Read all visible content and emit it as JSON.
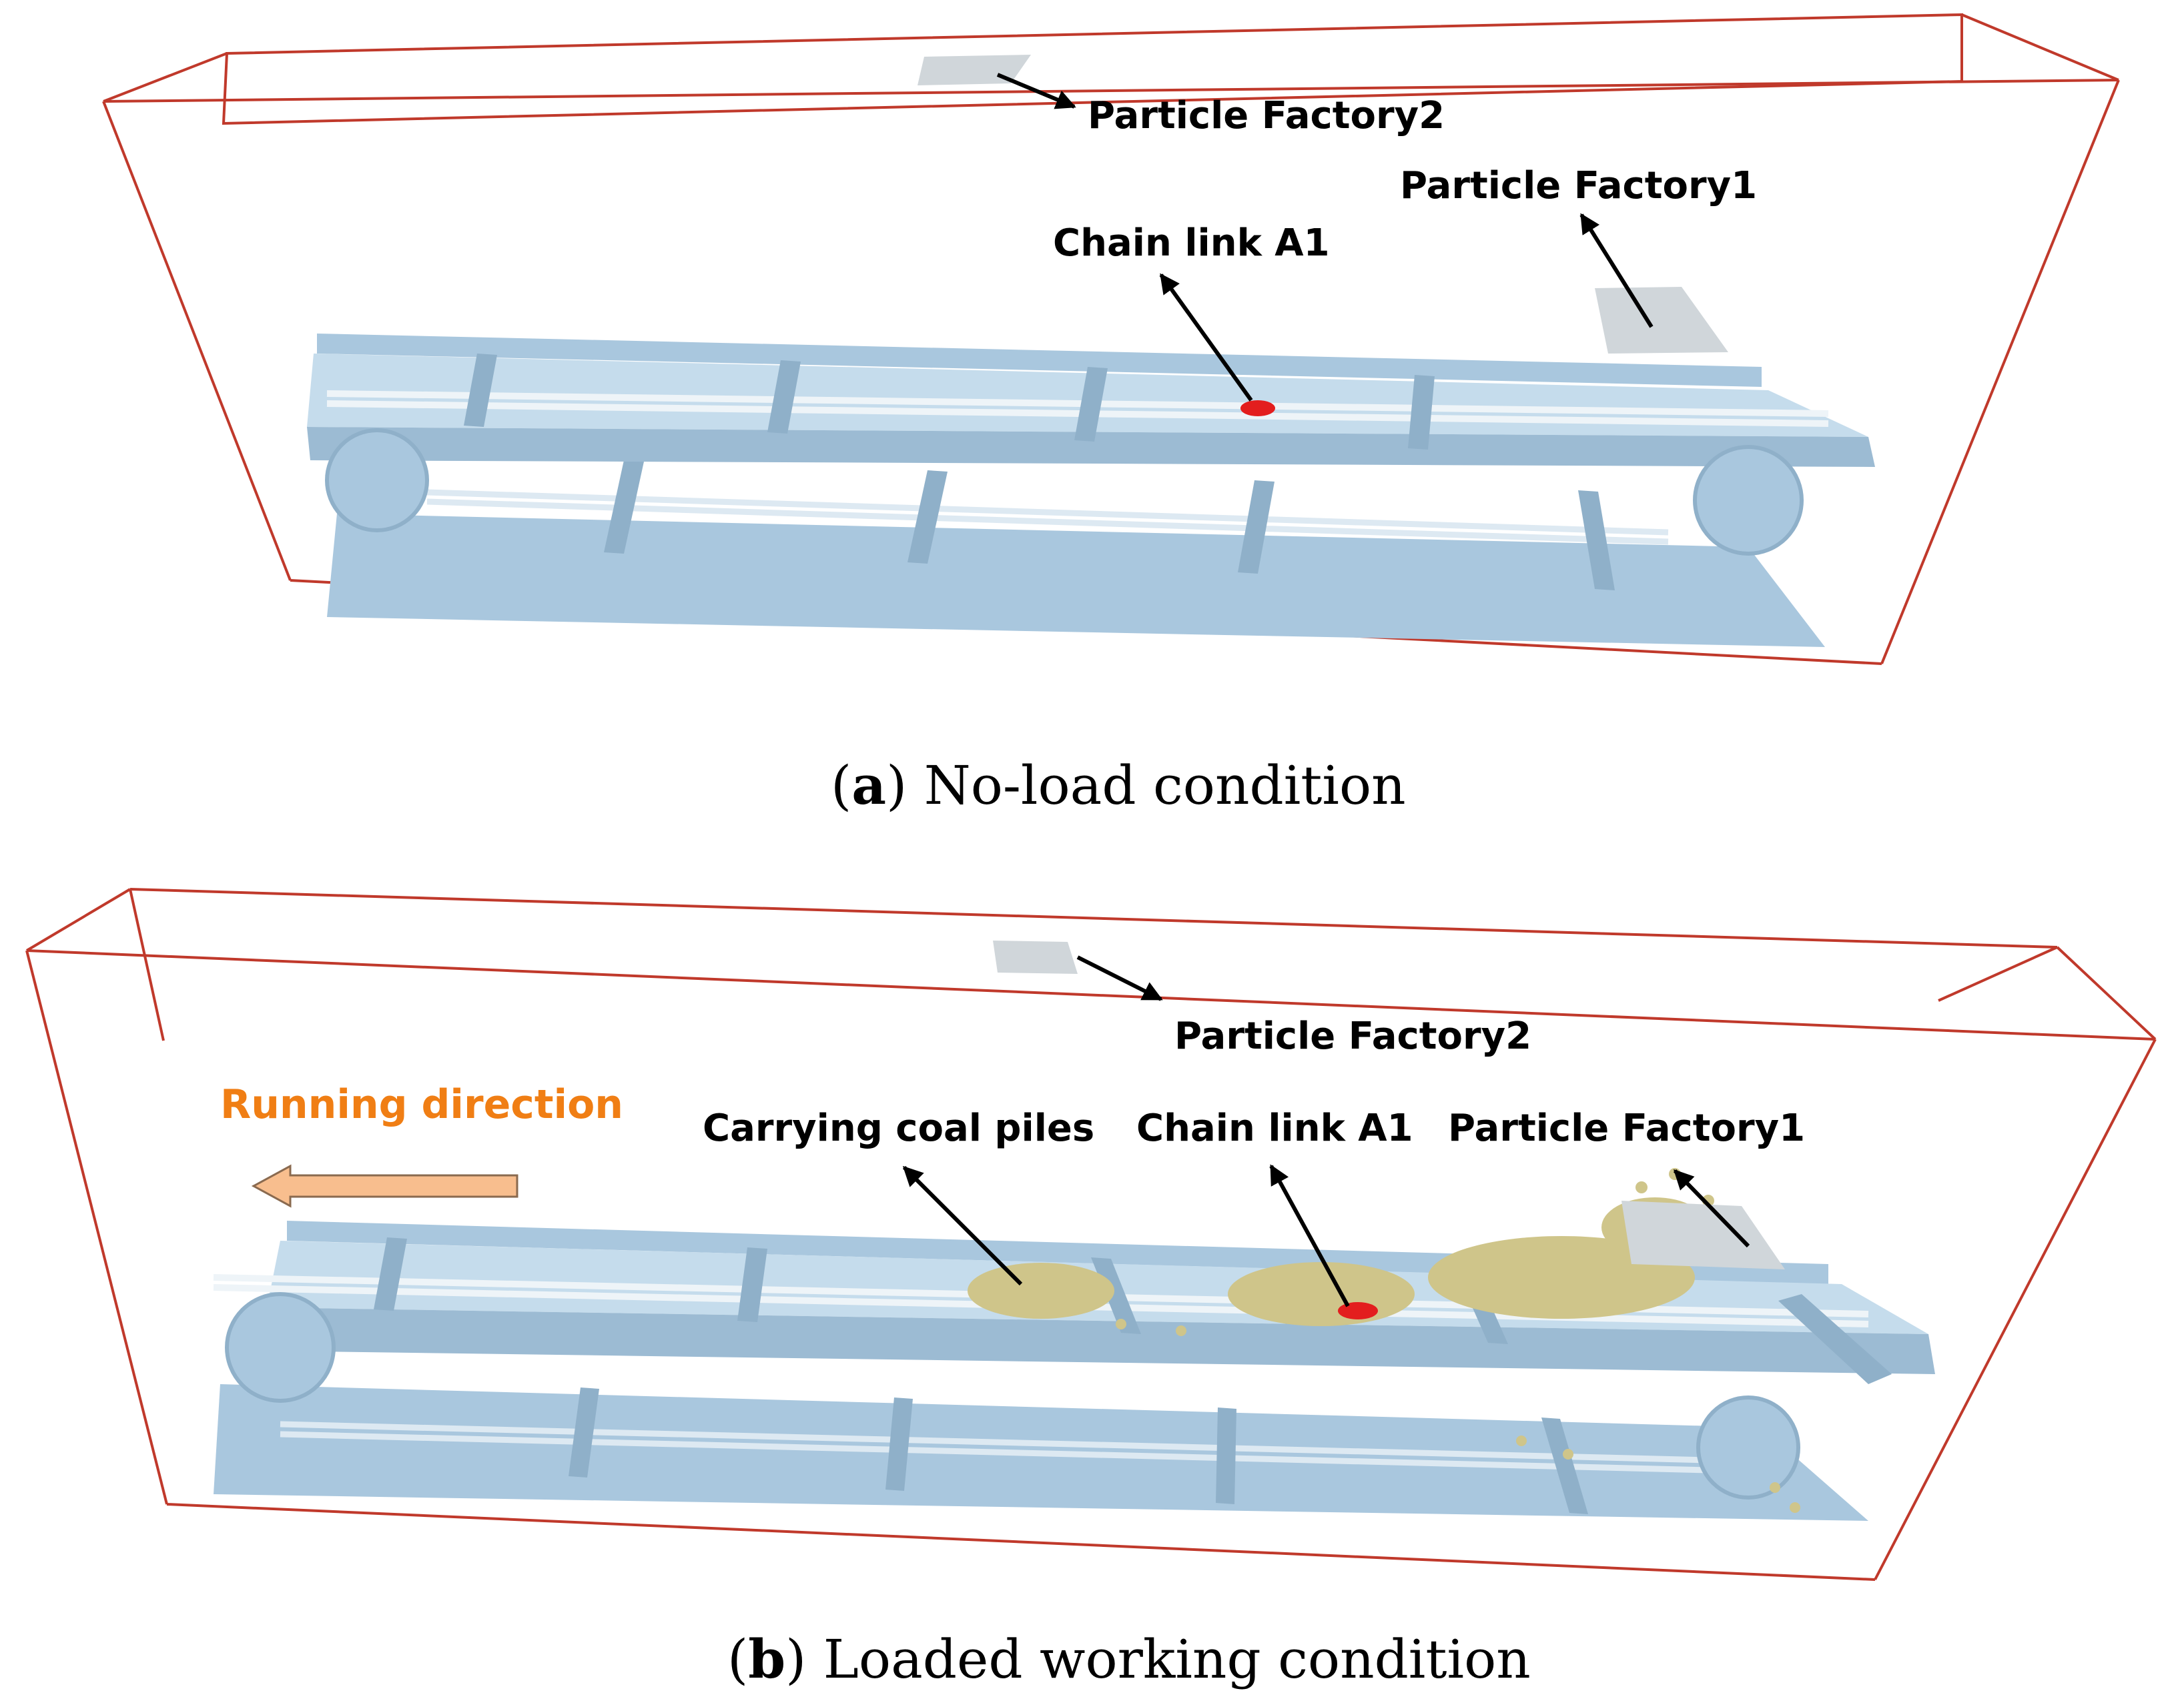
{
  "colors": {
    "frame": "#c0392b",
    "steel": "#a9c7de",
    "steel_dark": "#8fb0c9",
    "steel_light": "#c5dcec",
    "chain": "#dde9f2",
    "factory": "#d0d6da",
    "highlight": "#e31e1e",
    "coal": "#cfc58a",
    "direction_text": "#f07e14",
    "direction_arrow": "#f8be8e"
  },
  "panel_a": {
    "factory2_label": "Particle Factory2",
    "factory1_label": "Particle Factory1",
    "chain_label": "Chain link A1",
    "caption_letter": "a",
    "caption_text": " No-load condition"
  },
  "panel_b": {
    "direction_label": "Running direction",
    "coal_label": "Carrying coal piles",
    "chain_label": "Chain link A1",
    "factory1_label": "Particle Factory1",
    "factory2_label": "Particle Factory2",
    "caption_letter": "b",
    "caption_text": " Loaded working condition"
  }
}
